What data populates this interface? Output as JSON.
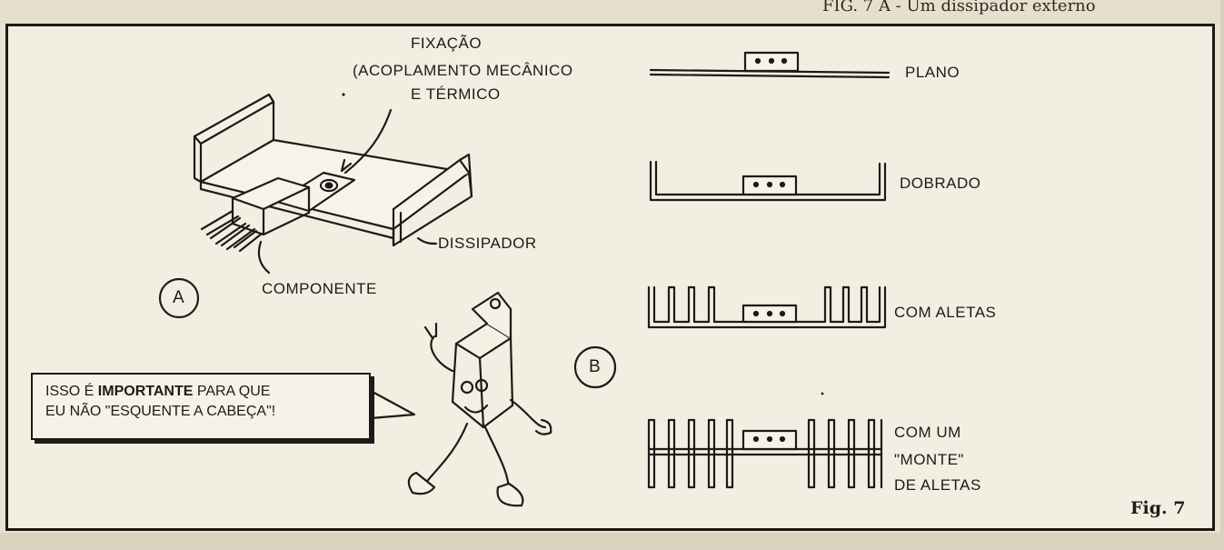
{
  "top_strip": {
    "left_text": "",
    "mid_text": "",
    "right_text": "FIG. 7 A - Um dissipador externo"
  },
  "panel_a": {
    "circle_label": "A",
    "label_fixacao_1": "FIXAÇÃO",
    "label_fixacao_2": "(ACOPLAMENTO MECÂNICO",
    "label_fixacao_3": "E TÉRMICO",
    "label_dissipador": "DISSIPADOR",
    "label_componente": "COMPONENTE"
  },
  "speech_bubble": {
    "line1_pre": "ISSO É ",
    "line1_bold": "IMPORTANTE",
    "line1_post": " PARA QUE",
    "line2": "EU NÃO \"ESQUENTE A CABEÇA\"!"
  },
  "panel_b": {
    "circle_label": "B",
    "types": [
      {
        "label": "PLANO"
      },
      {
        "label": "DOBRADO"
      },
      {
        "label": "COM ALETAS"
      },
      {
        "label_lines": [
          "COM UM",
          "\"MONTE\"",
          "DE ALETAS"
        ]
      }
    ]
  },
  "figure_label": "Fig. 7"
}
